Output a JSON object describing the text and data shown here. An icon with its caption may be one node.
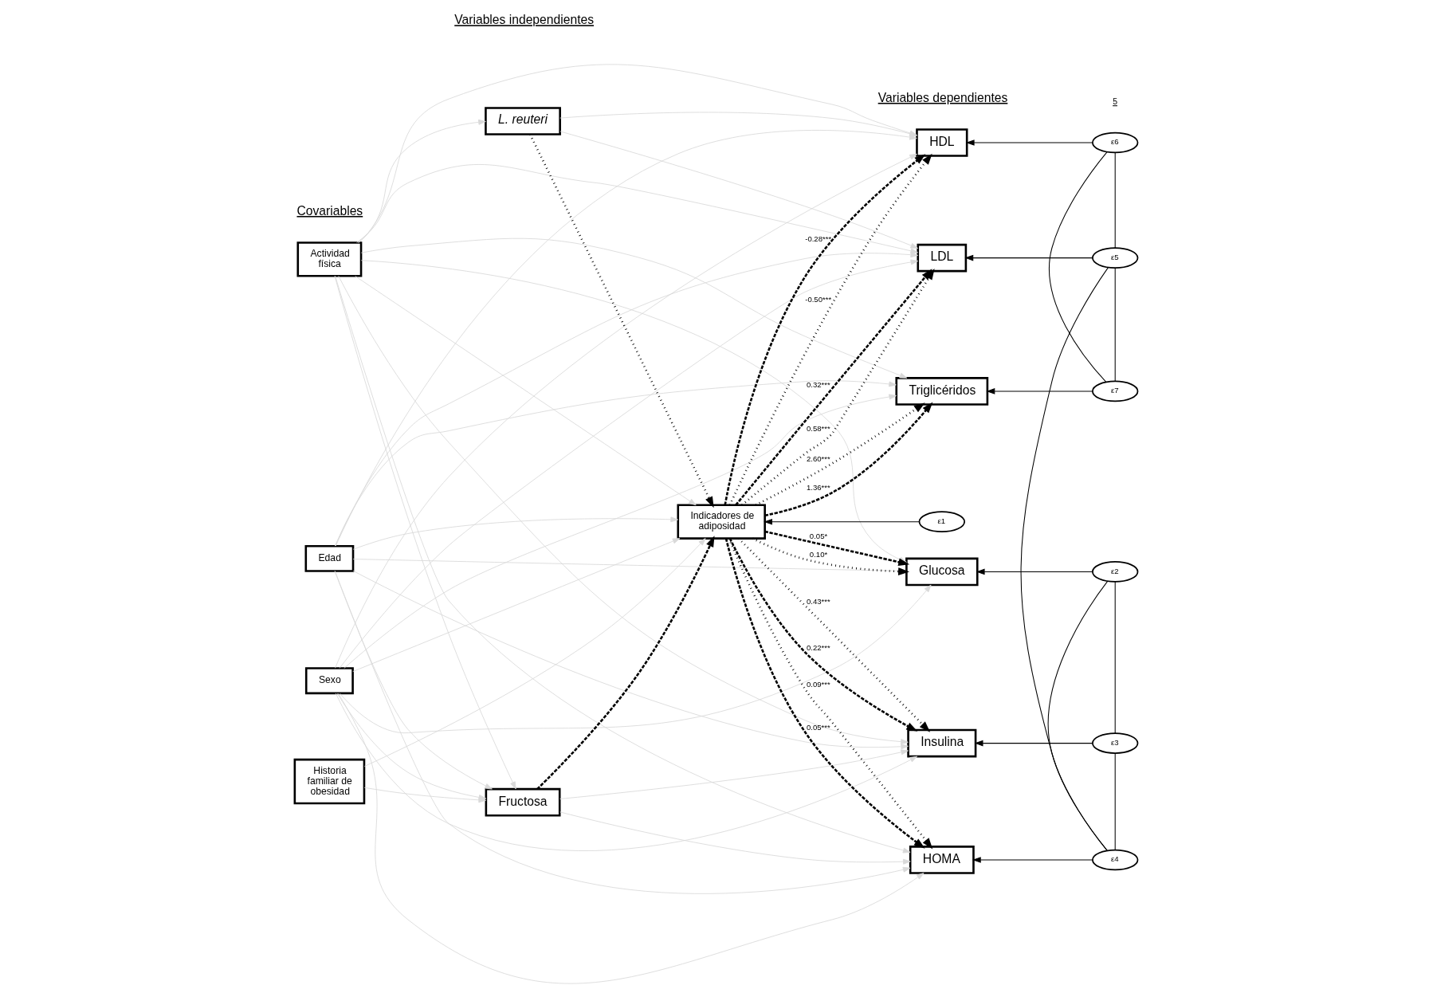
{
  "diagram": {
    "nodes": [
      {
        "text": [
          "Edad"
        ]
      },
      {
        "text": [
          "Sexo"
        ]
      },
      {
        "text": [
          "Historia familiar de obesidad"
        ]
      },
      {
        "text": [
          "Actividad física"
        ]
      },
      {
        "text": [
          "Fructosa"
        ]
      },
      {
        "text": [
          "L. reuteri"
        ]
      },
      {
        "text": [
          "Indicadores de adiposidad"
        ]
      },
      {
        "text": [
          "Glucosa"
        ]
      },
      {
        "text": [
          "Insulina"
        ]
      },
      {
        "text": [
          "HOMA"
        ]
      },
      {
        "text": [
          "LDL"
        ]
      },
      {
        "text": [
          "HDL"
        ]
      },
      {
        "text": [
          "Triglicéridos"
        ]
      },
      {
        "text": [
          "ε1"
        ]
      },
      {
        "text": [
          "ε2"
        ]
      },
      {
        "text": [
          "ε3"
        ]
      },
      {
        "text": [
          "ε4"
        ]
      },
      {
        "text": [
          "ε5"
        ]
      },
      {
        "text": [
          "ε6"
        ]
      },
      {
        "text": [
          "ε7"
        ]
      }
    ],
    "edges": [
      {
        "from": 0,
        "to": 7,
        "arrow": "to"
      },
      {
        "from": 0,
        "to": 8,
        "arrow": "to"
      },
      {
        "from": 0,
        "to": 4,
        "arrow": "to"
      },
      {
        "from": 0,
        "to": 9,
        "arrow": "to"
      },
      {
        "from": 0,
        "to": 6,
        "arrow": "to"
      },
      {
        "from": 0,
        "to": 10,
        "arrow": "to"
      },
      {
        "from": 0,
        "to": 11,
        "arrow": "to"
      },
      {
        "from": 0,
        "to": 12,
        "arrow": "to"
      },
      {
        "from": 1,
        "to": 4,
        "arrow": "to"
      },
      {
        "from": 1,
        "to": 7,
        "arrow": "to"
      },
      {
        "from": 1,
        "to": 8,
        "arrow": "to"
      },
      {
        "from": 1,
        "to": 9,
        "arrow": "to"
      },
      {
        "from": 1,
        "to": 6,
        "arrow": "to"
      },
      {
        "from": 1,
        "to": 10,
        "arrow": "to"
      },
      {
        "from": 1,
        "to": 11,
        "arrow": "to"
      },
      {
        "from": 1,
        "to": 12,
        "arrow": "to"
      },
      {
        "from": 2,
        "to": 4,
        "arrow": "to"
      },
      {
        "from": 2,
        "to": 6,
        "arrow": "to"
      },
      {
        "from": 3,
        "to": 4,
        "arrow": "to"
      },
      {
        "from": 3,
        "to": 5,
        "arrow": "to"
      },
      {
        "from": 3,
        "to": 7,
        "arrow": "to"
      },
      {
        "from": 3,
        "to": 8,
        "arrow": "to"
      },
      {
        "from": 3,
        "to": 9,
        "arrow": "to"
      },
      {
        "from": 3,
        "to": 6,
        "arrow": "to"
      },
      {
        "from": 3,
        "to": 10,
        "arrow": "to"
      },
      {
        "from": 3,
        "to": 11,
        "arrow": "to"
      },
      {
        "from": 3,
        "to": 12,
        "arrow": "to"
      },
      {
        "from": 4,
        "to": 8,
        "arrow": "to"
      },
      {
        "from": 4,
        "to": 9,
        "arrow": "to"
      },
      {
        "from": 5,
        "to": 10,
        "arrow": "to"
      },
      {
        "from": 5,
        "to": 11,
        "arrow": "to"
      },
      {
        "from": 4,
        "to": 6,
        "arrow": "to",
        "style": "dashed",
        "color": "#000000"
      },
      {
        "from": 5,
        "to": 6,
        "arrow": "to",
        "style": "dashed",
        "color": "#000000"
      },
      {
        "from": 6,
        "to": 7,
        "arrow": "to",
        "label": "0.05*",
        "style": "dashed",
        "color": "#000000"
      },
      {
        "from": 6,
        "to": 7,
        "arrow": "to",
        "label": "0.10*",
        "style": "dashed",
        "color": "#000000"
      },
      {
        "from": 6,
        "to": 8,
        "arrow": "to",
        "label": "0.22***",
        "style": "dashed",
        "color": "#000000"
      },
      {
        "from": 6,
        "to": 8,
        "arrow": "to",
        "label": "0.43***",
        "style": "dashed",
        "color": "#000000"
      },
      {
        "from": 6,
        "to": 9,
        "arrow": "to",
        "label": "0.05***",
        "style": "dashed",
        "color": "#000000"
      },
      {
        "from": 6,
        "to": 9,
        "arrow": "to",
        "label": "0.09***",
        "style": "dashed",
        "color": "#000000"
      },
      {
        "from": 6,
        "to": 10,
        "arrow": "to",
        "label": "0.32***",
        "style": "dashed",
        "color": "#000000"
      },
      {
        "from": 6,
        "to": 10,
        "arrow": "to",
        "label": "0.58***",
        "style": "dashed",
        "color": "#000000"
      },
      {
        "from": 6,
        "to": 11,
        "arrow": "to",
        "label": "-0.28***",
        "style": "dashed",
        "color": "#000000"
      },
      {
        "from": 6,
        "to": 11,
        "arrow": "to",
        "label": "-0.50***",
        "style": "dashed",
        "color": "#000000"
      },
      {
        "from": 6,
        "to": 12,
        "arrow": "to",
        "label": "1.36***",
        "style": "dashed",
        "color": "#000000"
      },
      {
        "from": 6,
        "to": 12,
        "arrow": "to",
        "label": "2.60***",
        "style": "dashed",
        "color": "#000000"
      },
      {
        "from": 13,
        "to": 6,
        "arrow": "to",
        "color": "#000000"
      },
      {
        "from": 14,
        "to": 7,
        "arrow": "to",
        "color": "#000000"
      },
      {
        "from": 15,
        "to": 8,
        "arrow": "to",
        "color": "#000000"
      },
      {
        "from": 16,
        "to": 9,
        "arrow": "to",
        "color": "#000000"
      },
      {
        "from": 17,
        "to": 10,
        "arrow": "to",
        "color": "#000000"
      },
      {
        "from": 18,
        "to": 11,
        "arrow": "to",
        "color": "#000000"
      },
      {
        "from": 19,
        "to": 12,
        "arrow": "to",
        "color": "#000000"
      },
      {
        "from": 14,
        "to": 15,
        "arrow": "none",
        "color": "#000000"
      },
      {
        "from": 14,
        "to": 16,
        "arrow": "none",
        "color": "#000000"
      },
      {
        "from": 15,
        "to": 16,
        "arrow": "none",
        "color": "#000000"
      },
      {
        "from": 16,
        "to": 17,
        "arrow": "none",
        "color": "#000000"
      },
      {
        "from": 17,
        "to": 18,
        "arrow": "none",
        "color": "#000000"
      },
      {
        "from": 17,
        "to": 19,
        "arrow": "none",
        "color": "#000000"
      },
      {
        "from": 18,
        "to": 19,
        "arrow": "none",
        "color": "#000000"
      }
    ],
    "labels": [
      "Covariables",
      "Variables independientes",
      "Variables dependientes",
      "5"
    ]
  }
}
